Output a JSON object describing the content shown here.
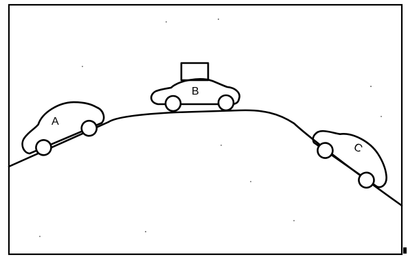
{
  "figure": {
    "cars": [
      {
        "label": "A"
      },
      {
        "label": "B"
      },
      {
        "label": "C"
      }
    ]
  }
}
